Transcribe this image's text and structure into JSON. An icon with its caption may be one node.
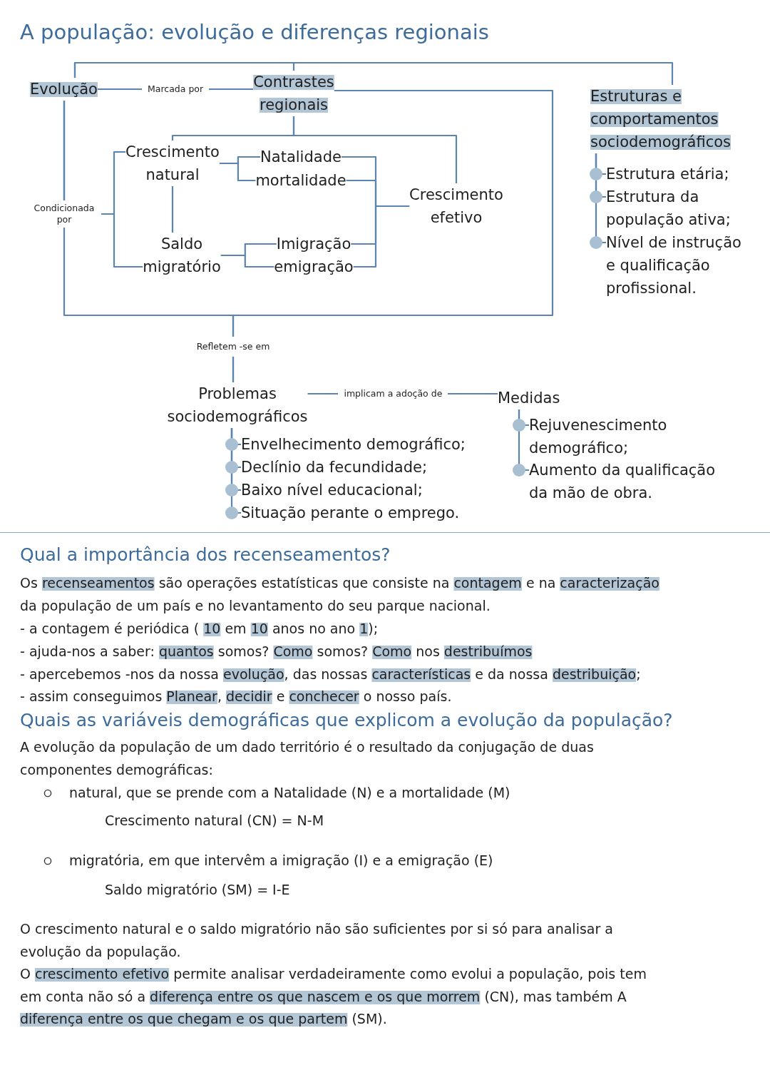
{
  "diagram": {
    "title": "A população: evolução e diferenças regionais",
    "nodes": [
      {
        "text": [
          "Evolução"
        ]
      },
      {
        "text": [
          "Contrastes regionais"
        ]
      },
      {
        "text": [
          "Estruturas e comportamentos sociodemográficos"
        ]
      },
      {
        "text": [
          "Crescimento natural"
        ]
      },
      {
        "text": [
          "Natalidade"
        ]
      },
      {
        "text": [
          "mortalidade"
        ]
      },
      {
        "text": [
          "Crescimento efetivo"
        ]
      },
      {
        "text": [
          "Estrutura etária;"
        ]
      },
      {
        "text": [
          "Estrutura da população ativa;"
        ]
      },
      {
        "text": [
          "Nível de instrução e qualificação profissional."
        ]
      },
      {
        "text": [
          "Saldo migratório"
        ]
      },
      {
        "text": [
          "Imigração"
        ]
      },
      {
        "text": [
          "emigração"
        ]
      },
      {
        "text": [
          "Problemas sociodemográficos"
        ]
      },
      {
        "text": [
          "Medidas"
        ]
      },
      {
        "text": [
          "Envelhecimento demográfico;"
        ]
      },
      {
        "text": [
          "Declínio da fecundidade;"
        ]
      },
      {
        "text": [
          "Baixo nível educacional;"
        ]
      },
      {
        "text": [
          "Situação perante o emprego."
        ]
      },
      {
        "text": [
          "Rejuvenescimento demográfico;"
        ]
      },
      {
        "text": [
          "Aumento da qualificação da mão de obra."
        ]
      }
    ],
    "edges": [
      {
        "from": 0,
        "to": 1,
        "arrow": "none"
      },
      {
        "from": 0,
        "to": 2,
        "arrow": "none"
      },
      {
        "from": 0,
        "to": 1,
        "arrow": "none",
        "label": "Marcada por"
      },
      {
        "from": 0,
        "to": 3,
        "arrow": "none",
        "label": "Condicionada por"
      },
      {
        "from": 0,
        "to": 10,
        "arrow": "none"
      },
      {
        "from": 0,
        "to": 13,
        "arrow": "none",
        "label": "Refletem -se em"
      },
      {
        "from": 1,
        "to": 13,
        "arrow": "none"
      },
      {
        "from": 1,
        "to": 3,
        "arrow": "none"
      },
      {
        "from": 1,
        "to": 6,
        "arrow": "none"
      },
      {
        "from": 2,
        "to": 7,
        "arrow": "none"
      },
      {
        "from": 2,
        "to": 8,
        "arrow": "none"
      },
      {
        "from": 2,
        "to": 9,
        "arrow": "none"
      },
      {
        "from": 3,
        "to": 4,
        "arrow": "none"
      },
      {
        "from": 3,
        "to": 5,
        "arrow": "none"
      },
      {
        "from": 3,
        "to": 10,
        "arrow": "none"
      },
      {
        "from": 10,
        "to": 11,
        "arrow": "none"
      },
      {
        "from": 10,
        "to": 12,
        "arrow": "none"
      },
      {
        "from": 4,
        "to": 6,
        "arrow": "none"
      },
      {
        "from": 5,
        "to": 6,
        "arrow": "none"
      },
      {
        "from": 11,
        "to": 6,
        "arrow": "none"
      },
      {
        "from": 12,
        "to": 6,
        "arrow": "none"
      },
      {
        "from": 13,
        "to": 14,
        "arrow": "none",
        "label": "implicam a adoção de"
      },
      {
        "from": 13,
        "to": 15,
        "arrow": "none"
      },
      {
        "from": 13,
        "to": 16,
        "arrow": "none"
      },
      {
        "from": 13,
        "to": 17,
        "arrow": "none"
      },
      {
        "from": 13,
        "to": 18,
        "arrow": "none"
      },
      {
        "from": 14,
        "to": 19,
        "arrow": "none"
      },
      {
        "from": 14,
        "to": 20,
        "arrow": "none"
      }
    ],
    "labels": [
      "Qual a importância dos recenseamentos?",
      "Os **recenseamentos** são operações estatísticas que consiste na **contagem** e na **caracterização** da população de um país e no levantamento do seu parque nacional.",
      "- a contagem é periódica ( **10** em **10** anos no ano **1**);",
      "- ajuda-nos a saber: **quantos** somos? **Como** somos? **Como** nos **destribuímos**",
      "- apercebemos -nos da nossa **evolução**, das nossas **características** e da nossa **destribuição**;",
      "- assim conseguimos **Planear**, **decidir** e **conchecer** o nosso país.",
      "Quais as variáveis demográficas que explicom a evolução da população?",
      "A evolução da população de um dado território é o resultado da conjugação de duas componentes demográficas:",
      "natural, que se prende com a Natalidade (N) e a mortalidade (M)",
      "Crescimento natural (CN) = N-M",
      "migratória, em que intervêm a imigração (I) e a emigração (E)",
      "Saldo migratório (SM) = I-E",
      "O crescimento natural e o saldo migratório não são suficientes por si só para analisar a evolução da população.",
      "O **crescimento efetivo** permite analisar verdadeiramente como evolui a população, pois tem em conta não só a **diferença entre os que nascem e os que morrem** (CN), mas também A **diferença entre os que chegam e os que partem** (SM)."
    ]
  }
}
